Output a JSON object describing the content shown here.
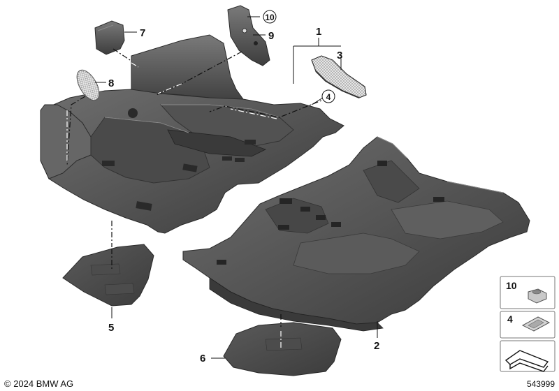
{
  "labels": {
    "p1": "1",
    "p2": "2",
    "p3": "3",
    "p4": "4",
    "p5": "5",
    "p6": "6",
    "p7": "7",
    "p8": "8",
    "p9": "9",
    "p10": "10"
  },
  "legend": {
    "item10": "10",
    "item4": "4"
  },
  "copyright": "© 2024 BMW AG",
  "diagram_number": "543999",
  "colors": {
    "part_fill": "#4d4d4d",
    "part_dark": "#2e2e2e",
    "part_light": "#6f6f6f",
    "line": "#111111"
  }
}
